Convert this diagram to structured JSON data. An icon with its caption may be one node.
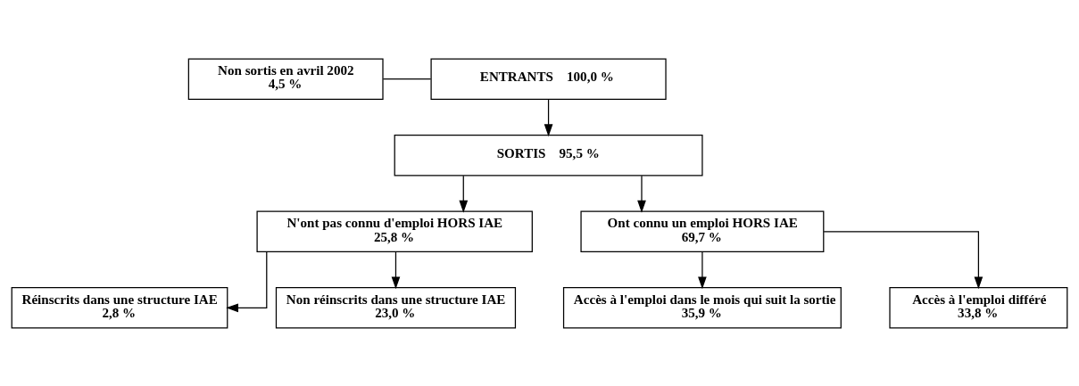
{
  "diagram": {
    "nodes": [
      {
        "text": [
          "Non sortis en avril 2002",
          "4,5 %"
        ]
      },
      {
        "text": [
          "ENTRANTS    100,0 %"
        ]
      },
      {
        "text": [
          "SORTIS    95,5 %"
        ]
      },
      {
        "text": [
          "N'ont pas connu d'emploi HORS IAE",
          "25,8 %"
        ]
      },
      {
        "text": [
          "Ont connu un emploi HORS IAE",
          "69,7 %"
        ]
      },
      {
        "text": [
          "Réinscrits dans une structure IAE",
          "2,8 %"
        ]
      },
      {
        "text": [
          "Non réinscrits dans une structure IAE",
          "23,0 %"
        ]
      },
      {
        "text": [
          "Accès à l'emploi dans le mois qui suit la sortie",
          "35,9 %"
        ]
      },
      {
        "text": [
          "Accès à l'emploi différé",
          "33,8 %"
        ]
      }
    ],
    "edges": [
      {
        "from": 0,
        "to": 1,
        "arrow": "none"
      },
      {
        "from": 1,
        "to": 2,
        "arrow": "to"
      },
      {
        "from": 2,
        "to": 3,
        "arrow": "to"
      },
      {
        "from": 2,
        "to": 4,
        "arrow": "to"
      },
      {
        "from": 3,
        "to": 5,
        "arrow": "to"
      },
      {
        "from": 3,
        "to": 6,
        "arrow": "to"
      },
      {
        "from": 4,
        "to": 7,
        "arrow": "to"
      },
      {
        "from": 4,
        "to": 8,
        "arrow": "to"
      }
    ]
  }
}
